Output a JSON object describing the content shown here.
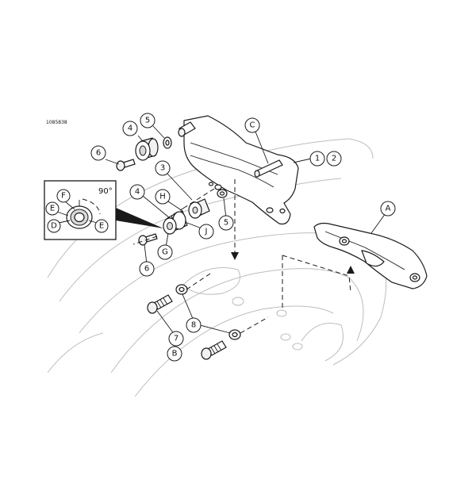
{
  "figure_id": "1085838",
  "inset_angle": "90°",
  "callouts": {
    "c_4a": "4",
    "c_5a": "5",
    "c_6a": "6",
    "c_C": "C",
    "c_1": "1",
    "c_2": "2",
    "c_3": "3",
    "c_4b": "4",
    "c_H": "H",
    "c_5b": "5",
    "c_J": "J",
    "c_G": "G",
    "c_6b": "6",
    "c_A": "A",
    "c_8": "8",
    "c_7": "7",
    "c_B": "B",
    "i_F": "F",
    "i_E1": "E",
    "i_D": "D",
    "i_E2": "E"
  }
}
